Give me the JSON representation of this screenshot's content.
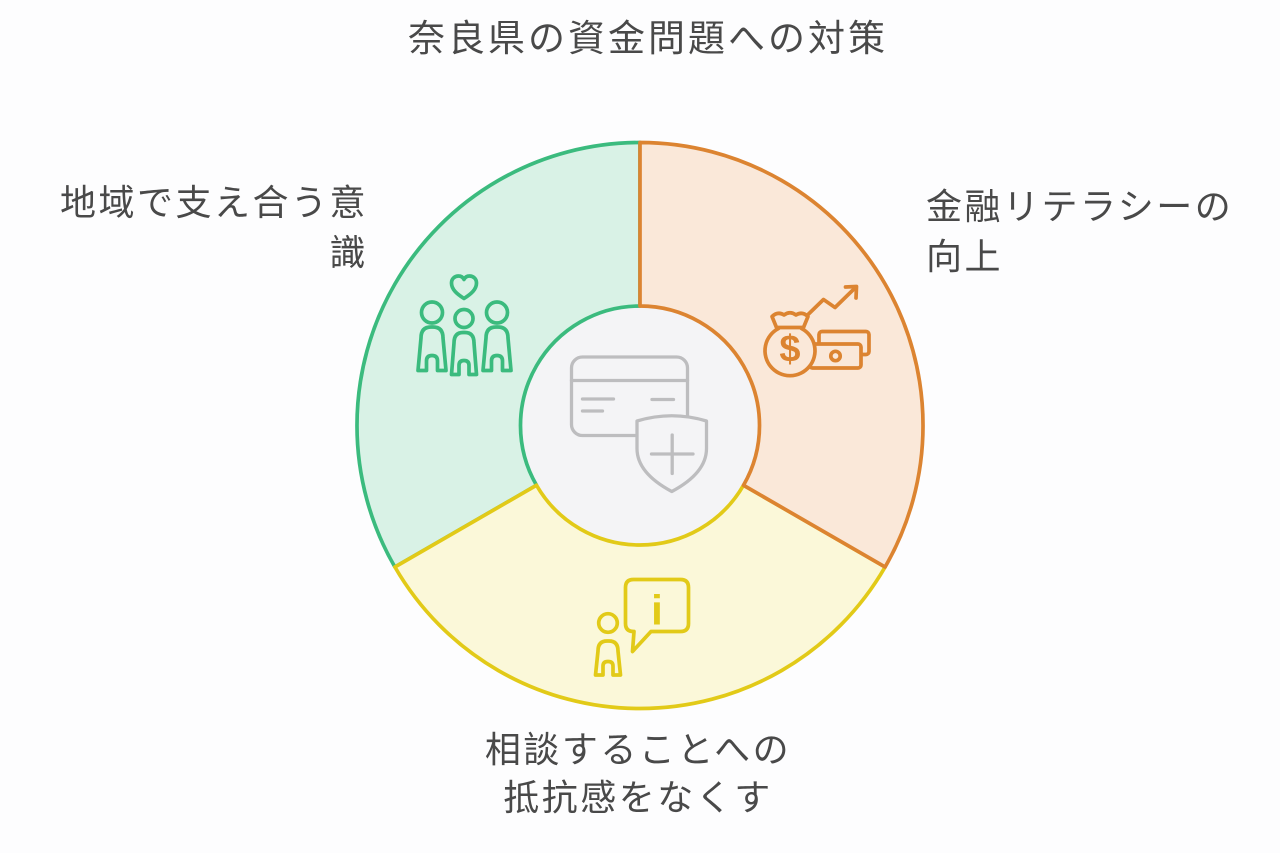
{
  "title": "奈良県の資金問題への対策",
  "colors": {
    "background": "#fdfdfe",
    "text": "#494949",
    "community_fill": "#d9f2e6",
    "community_stroke": "#3bbb7e",
    "financial_fill": "#fae8d9",
    "financial_stroke": "#dc8431",
    "consult_fill": "#fbf8d9",
    "consult_stroke": "#e2ca18",
    "center_fill": "#f4f4f6",
    "center_stroke": "#bdbdbf"
  },
  "segments": [
    {
      "id": "financial-literacy",
      "position": "right",
      "label": "金融リテラシーの向上",
      "label_lines": [
        "金融リテラシーの",
        "向上"
      ],
      "icon": "money-bag-growth-icon",
      "icon_symbol": "$"
    },
    {
      "id": "consultation",
      "position": "bottom",
      "label": "相談することへの抵抗感をなくす",
      "label_lines": [
        "相談することへの",
        "抵抗感をなくす"
      ],
      "icon": "person-speech-bubble-info-icon",
      "icon_symbol": "i"
    },
    {
      "id": "community-support",
      "position": "left",
      "label": "地域で支え合う意識",
      "label_lines": [
        "地域で支え合う意",
        "識"
      ],
      "icon": "people-with-heart-icon",
      "icon_symbol": ""
    }
  ],
  "center": {
    "icon": "credit-card-shield-plus-icon"
  }
}
